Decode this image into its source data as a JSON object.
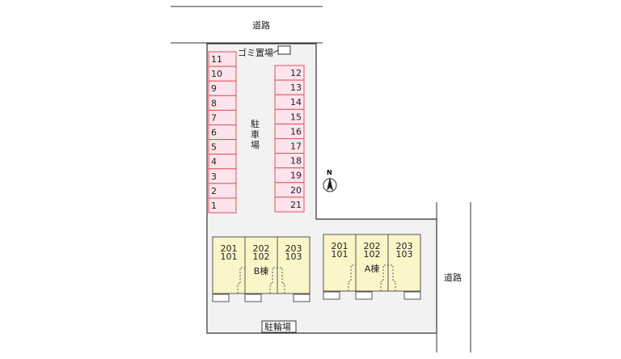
{
  "road_top": "道路",
  "road_right": "道路",
  "garbage": "ゴミ置場",
  "parking_label": [
    "駐",
    "車",
    "場"
  ],
  "bicycle": "駐輪場",
  "compass": "N",
  "parking_left": [
    "11",
    "10",
    "9",
    "8",
    "7",
    "6",
    "5",
    "4",
    "3",
    "2",
    "1"
  ],
  "parking_right": [
    "12",
    "13",
    "14",
    "15",
    "16",
    "17",
    "18",
    "19",
    "20",
    "21"
  ],
  "buildings": [
    {
      "name": "B棟",
      "units": [
        [
          "201",
          "101"
        ],
        [
          "202",
          "102"
        ],
        [
          "203",
          "103"
        ]
      ]
    },
    {
      "name": "A棟",
      "units": [
        [
          "201",
          "101"
        ],
        [
          "202",
          "102"
        ],
        [
          "203",
          "103"
        ]
      ]
    }
  ],
  "colors": {
    "parking_fill": "#fde4ec",
    "parking_stroke": "#e0505a",
    "building_fill": "#fbf6c8",
    "site_fill": "#f2f2f2"
  }
}
